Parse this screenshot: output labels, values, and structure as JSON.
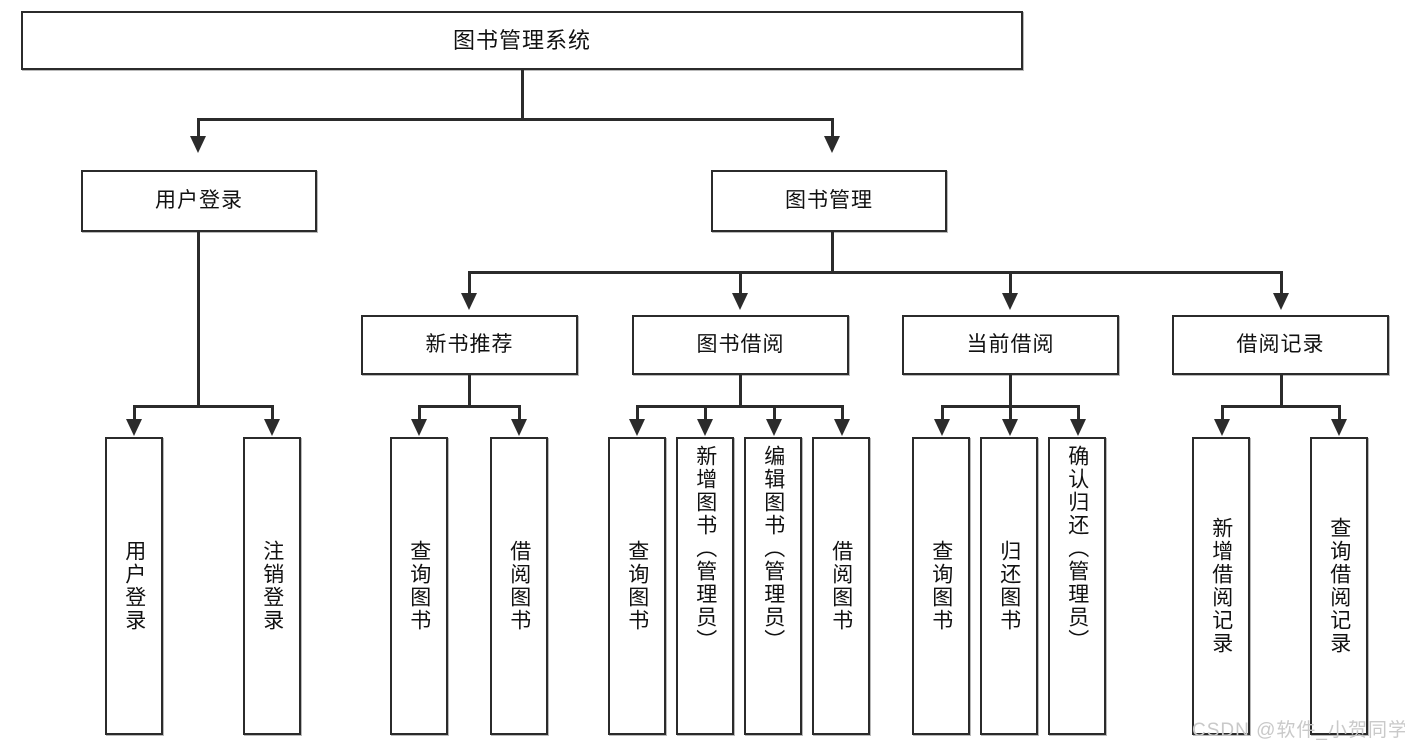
{
  "diagram": {
    "type": "tree",
    "title": "图书管理系统",
    "root": {
      "label": "图书管理系统"
    },
    "level2": [
      {
        "label": "用户登录"
      },
      {
        "label": "图书管理"
      }
    ],
    "level3": [
      {
        "label": "新书推荐"
      },
      {
        "label": "图书借阅"
      },
      {
        "label": "当前借阅"
      },
      {
        "label": "借阅记录"
      }
    ],
    "leaves": {
      "user_login": [
        {
          "label": "用户登录"
        },
        {
          "label": "注销登录"
        }
      ],
      "new_book_recommend": [
        {
          "label": "查询图书"
        },
        {
          "label": "借阅图书"
        }
      ],
      "book_borrow": [
        {
          "label": "查询图书"
        },
        {
          "label": "新增图书（管理员）"
        },
        {
          "label": "编辑图书（管理员）"
        },
        {
          "label": "借阅图书"
        }
      ],
      "current_borrow": [
        {
          "label": "查询图书"
        },
        {
          "label": "归还图书"
        },
        {
          "label": "确认归还（管理员）"
        }
      ],
      "borrow_record": [
        {
          "label": "新增借阅记录"
        },
        {
          "label": "查询借阅记录"
        }
      ]
    }
  },
  "watermark": {
    "text": "CSDN @软件_小贺同学"
  },
  "colors": {
    "stroke": "#2b2b2b",
    "fill": "#ffffff",
    "text": "#111111",
    "watermark": "#c9c9c9"
  }
}
